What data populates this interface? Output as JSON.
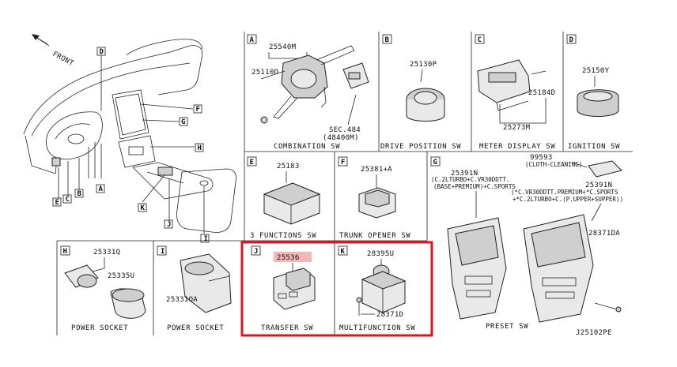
{
  "overview": {
    "front_label": "FRONT",
    "callouts": [
      "D",
      "F",
      "G",
      "H",
      "A",
      "E",
      "C",
      "B",
      "K",
      "J",
      "I"
    ]
  },
  "panels": {
    "A": {
      "tag": "A",
      "caption": "COMBINATION SW",
      "part1": "25540M",
      "part2": "25110D",
      "sec1": "SEC.484",
      "sec2": "(48400M)"
    },
    "B": {
      "tag": "B",
      "caption": "DRIVE POSITION SW",
      "part1": "25130P"
    },
    "C": {
      "tag": "C",
      "caption": "METER DISPLAY SW",
      "part1": "25184D",
      "part2": "25273M"
    },
    "D": {
      "tag": "D",
      "caption": "IGNITION SW",
      "part1": "25150Y"
    },
    "E": {
      "tag": "E",
      "caption": "3 FUNCTIONS SW",
      "part1": "25183"
    },
    "F": {
      "tag": "F",
      "caption": "TRUNK OPENER SW",
      "part1": "25381+A"
    },
    "G": {
      "tag": "G",
      "caption": "PRESET SW",
      "part1": "25391N",
      "note1a": "(C.2LTURBO+C.VR30DDTT.",
      "note1b": "(BASE+PREMIUM)+C.SPORTS",
      "part2": "25391N",
      "note2a": "(*C.VR30DDTT.PREMIUM+*C.SPORTS",
      "note2b": "+*C.2LTURBO+C.(P.UPPER+SUPPER))",
      "part3": "99593",
      "note3": "(CLOTH-CLEANING)",
      "part4": "28371DA"
    },
    "H": {
      "tag": "H",
      "caption": "POWER SOCKET",
      "part1": "25331Q",
      "part2": "25335U"
    },
    "I": {
      "tag": "I",
      "caption": "POWER SOCKET",
      "part1": "25331QA"
    },
    "J": {
      "tag": "J",
      "caption": "TRANSFER SW",
      "part1": "25536"
    },
    "K": {
      "tag": "K",
      "caption": "MULTIFUNCTION SW",
      "part1": "28395U",
      "part2": "28371D"
    }
  },
  "diagram_code": "J25102PE",
  "highlight_color": "#e0141e",
  "label_highlight_color": "#f2b7b7"
}
